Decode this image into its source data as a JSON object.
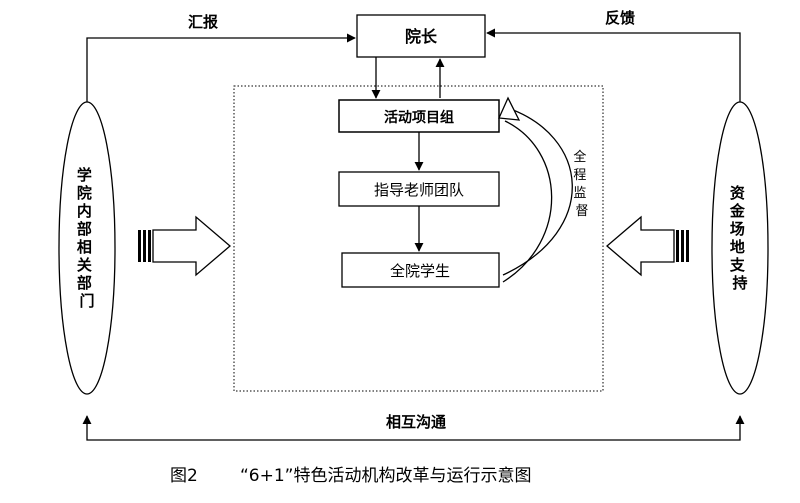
{
  "diagram": {
    "top_left_label": "汇报",
    "top_right_label": "反馈",
    "dean": "院长",
    "project_group": "活动项目组",
    "teacher_team": "指导老师团队",
    "all_students": "全院学生",
    "supervision": "全程监督",
    "left_ellipse": "学院内部相关部门",
    "right_ellipse": "资金场地支持",
    "bottom_label": "相互沟通"
  },
  "caption": {
    "figure_no": "图2",
    "title": "“6+1”特色活动机构改革与运行示意图"
  }
}
